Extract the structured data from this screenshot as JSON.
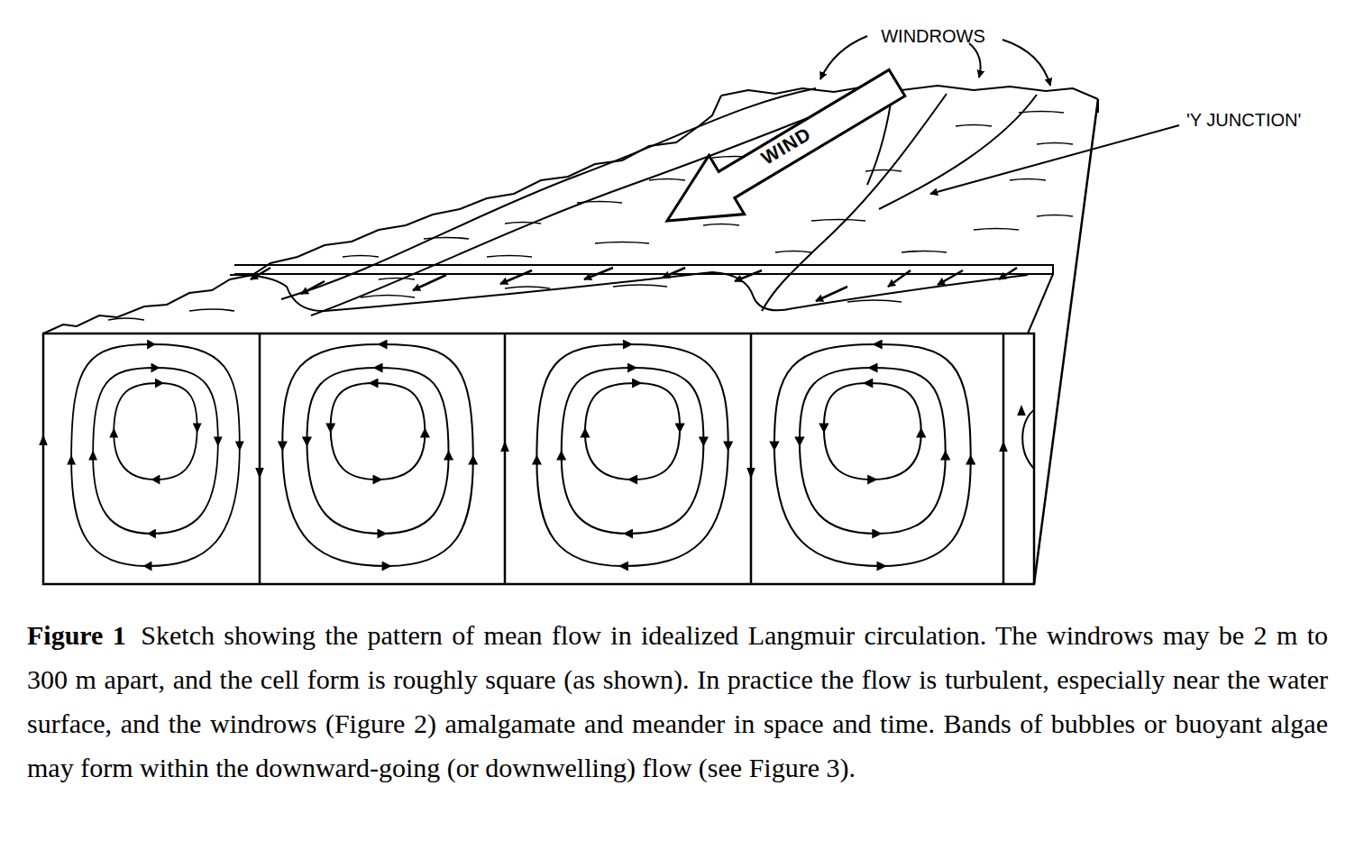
{
  "diagram": {
    "caption": "Sketch showing the pattern of mean flow in idealized Langmuir circulation. The windrows may be 2 m to 300 m apart, and the cell form is roughly square (as shown). In practice the flow is turbulent, especially near the water surface, and the windrows (Figure 2) amalgamate and meander in space and time. Bands of bubbles or buoyant algae may form within the downward-going (or downwelling) flow (see Figure 3).",
    "labels": [
      "WINDROWS",
      "'Y JUNCTION'",
      "WIND",
      "Figure 1"
    ]
  }
}
